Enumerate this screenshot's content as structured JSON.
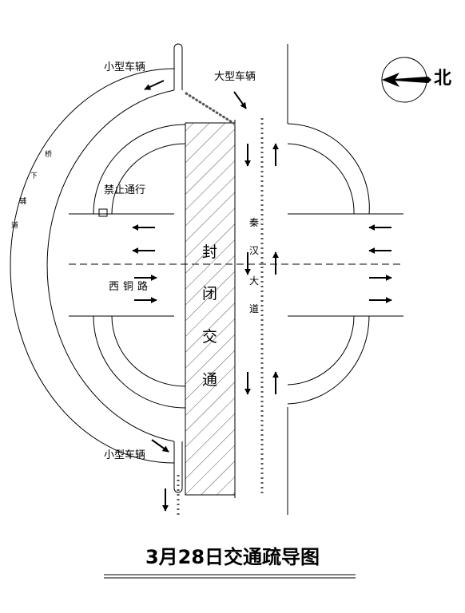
{
  "title": "3月28日交通疏导图",
  "north": "北",
  "labels": {
    "small_vehicle_top": "小型车辆",
    "small_vehicle_bottom": "小型车辆",
    "large_vehicle": "大型车辆",
    "no_entry": "禁止通行",
    "xitong_road": "西铜路",
    "qinhan_1": "秦",
    "qinhan_2": "汉",
    "qinhan_3": "大",
    "qinhan_4": "道",
    "closed_1": "封",
    "closed_2": "闭",
    "closed_3": "交",
    "closed_4": "通",
    "bridge_1": "桥",
    "bridge_2": "下",
    "bridge_3": "辅",
    "bridge_4": "道"
  }
}
